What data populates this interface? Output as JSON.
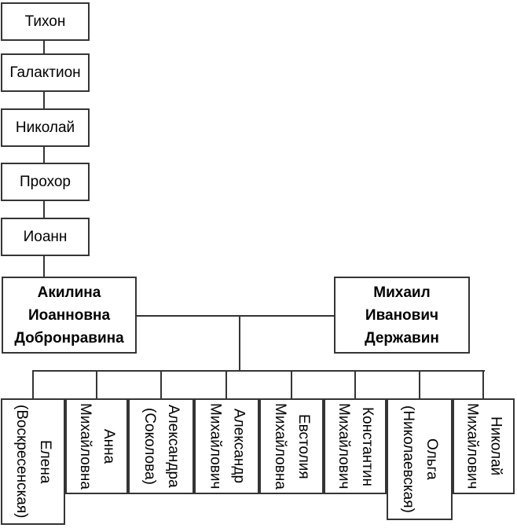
{
  "ancestors": [
    {
      "name": "Тихон"
    },
    {
      "name": "Галактион"
    },
    {
      "name": "Николай"
    },
    {
      "name": "Прохор"
    },
    {
      "name": "Иоанн"
    }
  ],
  "parents": {
    "mother": {
      "name": "Акилина\nИоанновна\nДобронравина"
    },
    "father": {
      "name": "Михаил\nИванович\nДержавин"
    }
  },
  "children": [
    {
      "name": "Елена\n(Воскресенская)"
    },
    {
      "name": "Анна\nМихайловна"
    },
    {
      "name": "Александра\n(Соколова)"
    },
    {
      "name": "Александр\nМихайлович"
    },
    {
      "name": "Евстолия\nМихайловна"
    },
    {
      "name": "Константин\nМихайлович"
    },
    {
      "name": "Ольга\n(Николаевская)"
    },
    {
      "name": "Николай\nМихайлович"
    }
  ],
  "colors": {
    "border": "#353535",
    "background": "#ffffff",
    "text": "#000000"
  }
}
